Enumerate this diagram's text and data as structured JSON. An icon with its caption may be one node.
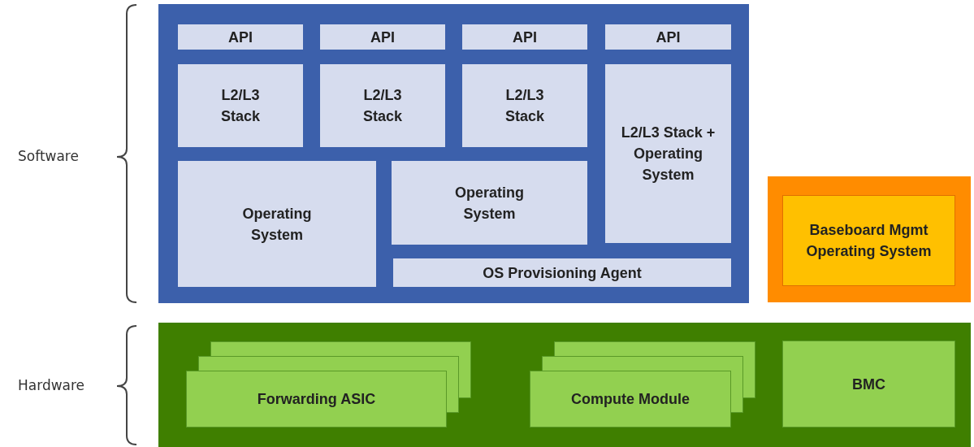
{
  "diagram": {
    "nodes": [
      {
        "text": [],
        "shape": "box"
      },
      {
        "text": [
          "API"
        ],
        "in": 0
      },
      {
        "text": [
          "API"
        ],
        "in": 0
      },
      {
        "text": [
          "API"
        ],
        "in": 0
      },
      {
        "text": [
          "API"
        ],
        "in": 0
      },
      {
        "text": [
          "L2/L3 Stack"
        ],
        "in": 0
      },
      {
        "text": [
          "L2/L3 Stack"
        ],
        "in": 0
      },
      {
        "text": [
          "L2/L3 Stack"
        ],
        "in": 0
      },
      {
        "text": [
          "L2/L3 Stack + Operating System"
        ],
        "in": 0
      },
      {
        "text": [
          "Operating System"
        ],
        "in": 0
      },
      {
        "text": [
          "Operating System"
        ],
        "in": 0
      },
      {
        "text": [
          "OS Provisioning Agent"
        ],
        "in": 0
      },
      {
        "text": [],
        "shape": "box"
      },
      {
        "text": [
          "Baseboard Mgmt Operating System"
        ],
        "in": 12
      },
      {
        "text": [],
        "shape": "box"
      },
      {
        "text": [
          "Forwarding ASIC"
        ],
        "in": 14
      },
      {
        "text": [
          "Compute Module"
        ],
        "in": 14
      },
      {
        "text": [
          "BMC"
        ],
        "in": 14
      }
    ],
    "edges": [],
    "labels": [
      "Software",
      "Hardware"
    ]
  }
}
